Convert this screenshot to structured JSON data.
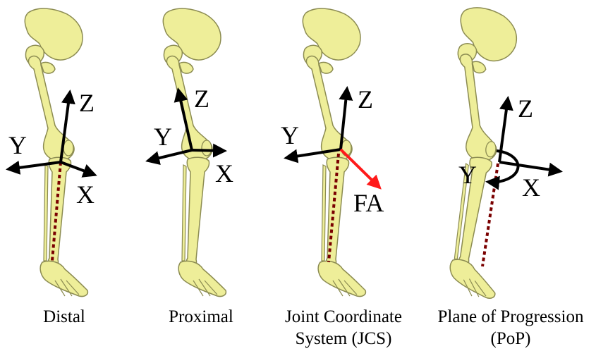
{
  "panels": [
    {
      "id": "distal",
      "axes": {
        "z": "Z",
        "y": "Y",
        "x": "X"
      },
      "caption": [
        "Distal"
      ]
    },
    {
      "id": "proximal",
      "axes": {
        "z": "Z",
        "y": "Y",
        "x": "X"
      },
      "caption": [
        "Proximal"
      ]
    },
    {
      "id": "jcs",
      "axes": {
        "z": "Z",
        "y": "Y",
        "fa": "FA"
      },
      "caption": [
        "Joint Coordinate",
        "System (JCS)"
      ]
    },
    {
      "id": "pop",
      "axes": {
        "z": "Z",
        "y": "Y",
        "x": "X"
      },
      "caption": [
        "Plane of Progression",
        "(PoP)"
      ]
    }
  ],
  "colors": {
    "bone": "#eeee99",
    "bone_edge": "#8c8c52",
    "axis": "#000000",
    "fa_arrow": "#ff1a1a",
    "shank_line": "#7a0000"
  }
}
